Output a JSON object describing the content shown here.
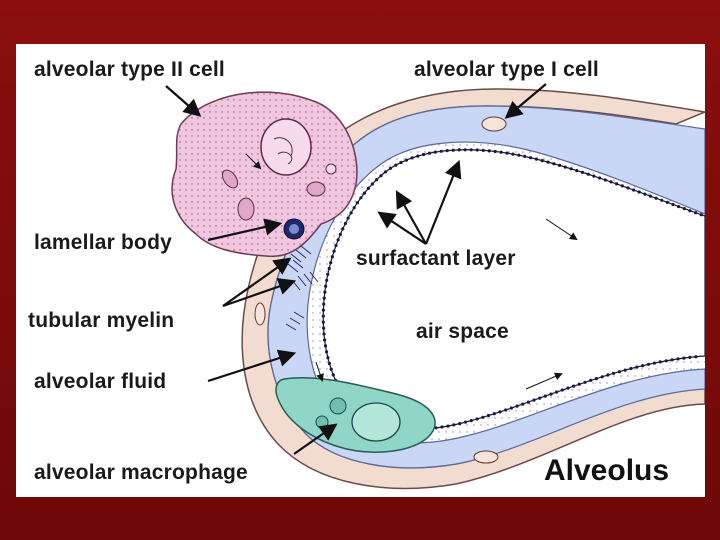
{
  "diagram": {
    "title": "Alveolus",
    "labels": {
      "type2_cell": "alveolar type II cell",
      "type1_cell": "alveolar type I cell",
      "lamellar_body": "lamellar body",
      "surfactant_layer": "surfactant layer",
      "tubular_myelin": "tubular myelin",
      "air_space": "air space",
      "alveolar_fluid": "alveolar fluid",
      "alveolar_macrophage": "alveolar macrophage"
    }
  },
  "colors": {
    "frame": "#7a0a0a",
    "background": "#ffffff",
    "tissue_wall": "#f2dcd0",
    "fluid_layer": "#c9d6f5",
    "type2_cell": "#f2c6de",
    "macrophage": "#8fd6c6",
    "surfactant_dots": "#1a1a40"
  }
}
